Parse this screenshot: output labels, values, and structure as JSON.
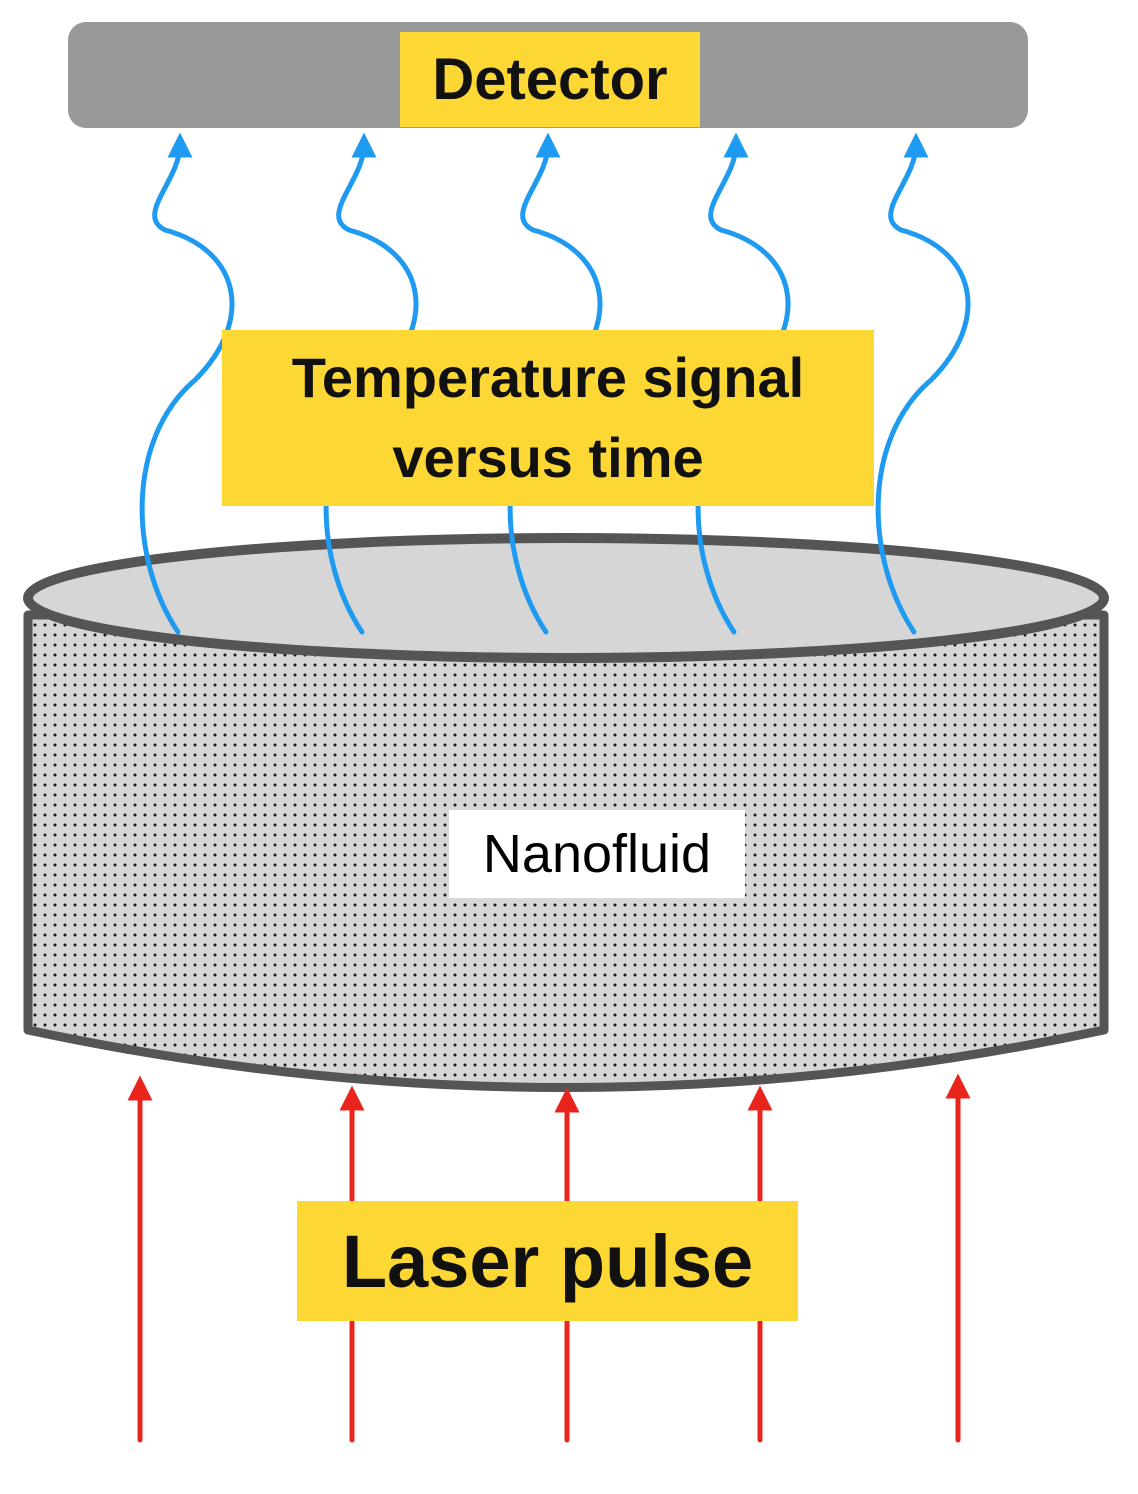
{
  "labels": {
    "detector": "Detector",
    "temperature_line1": "Temperature signal",
    "temperature_line2": "versus time",
    "nanofluid": "Nanofluid",
    "laser": "Laser pulse"
  },
  "colors": {
    "detector_bar": "#999999",
    "label_highlight": "#FDD835",
    "signal_wave": "#1E9BF0",
    "laser_arrow": "#E8241C",
    "container_outline": "#555555",
    "container_fill": "#D6D6D6",
    "particles": "#1A1A1A"
  },
  "icons": {
    "signal": "wavy-up-arrow-icon",
    "laser": "straight-up-arrow-icon"
  }
}
